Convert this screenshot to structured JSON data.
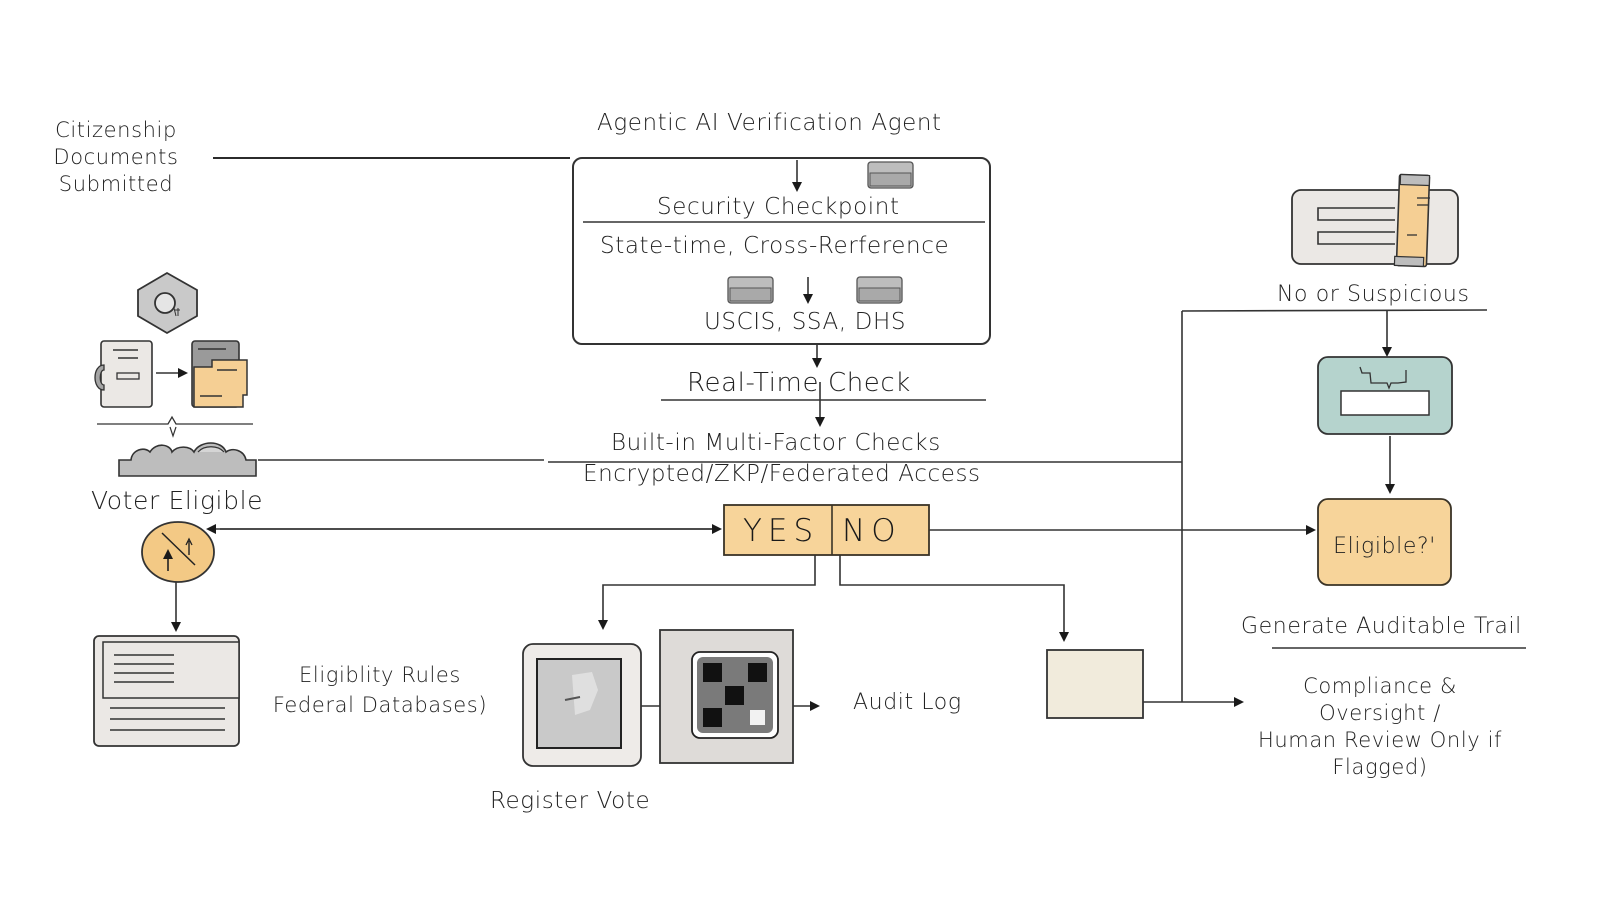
{
  "colors": {
    "accent_orange": "#f7d49a",
    "accent_teal": "#b5d3cd",
    "box_gray": "#ebe8e5",
    "box_cream": "#f1ebdc",
    "stroke": "#2b2b2b"
  },
  "nodes": {
    "citizenship_docs": "Citizenship\nDocuments\nSubmitted",
    "agent_title": "Agentic AI Verification Agent",
    "security_checkpoint": "Security Checkpoint",
    "cross_reference": "State-time, Cross-Rerference",
    "agencies": "USCIS, SSA, DHS",
    "real_time_check": "Real-Time Check",
    "multi_factor": "Built-in Multi-Factor Checks",
    "encrypted_access": "Encrypted/ZKP/Federated Access",
    "voter_eligible": "Voter Eligible",
    "yes": "YES",
    "no": "NO",
    "eligibility_rules": "Eligiblity Rules\nFederal Databases)",
    "audit_log": "Audit Log",
    "register_vote": "Register Vote",
    "no_or_suspicious": "No or Suspicious",
    "eligible_question": "Eligible?'",
    "generate_trail": "Generate Auditable Trail",
    "compliance": "Compliance &\nOversight /\nHuman Review Only if\nFlagged)"
  },
  "icons": [
    "lock-nut-icon",
    "document-transfer-icon",
    "folder-icon",
    "cloud-server-icon",
    "transfer-arrows-icon",
    "eligibility-document-icon",
    "id-card-icon",
    "scanner-icon",
    "voter-photo-icon",
    "qr-code-icon",
    "database-drive-icon"
  ]
}
